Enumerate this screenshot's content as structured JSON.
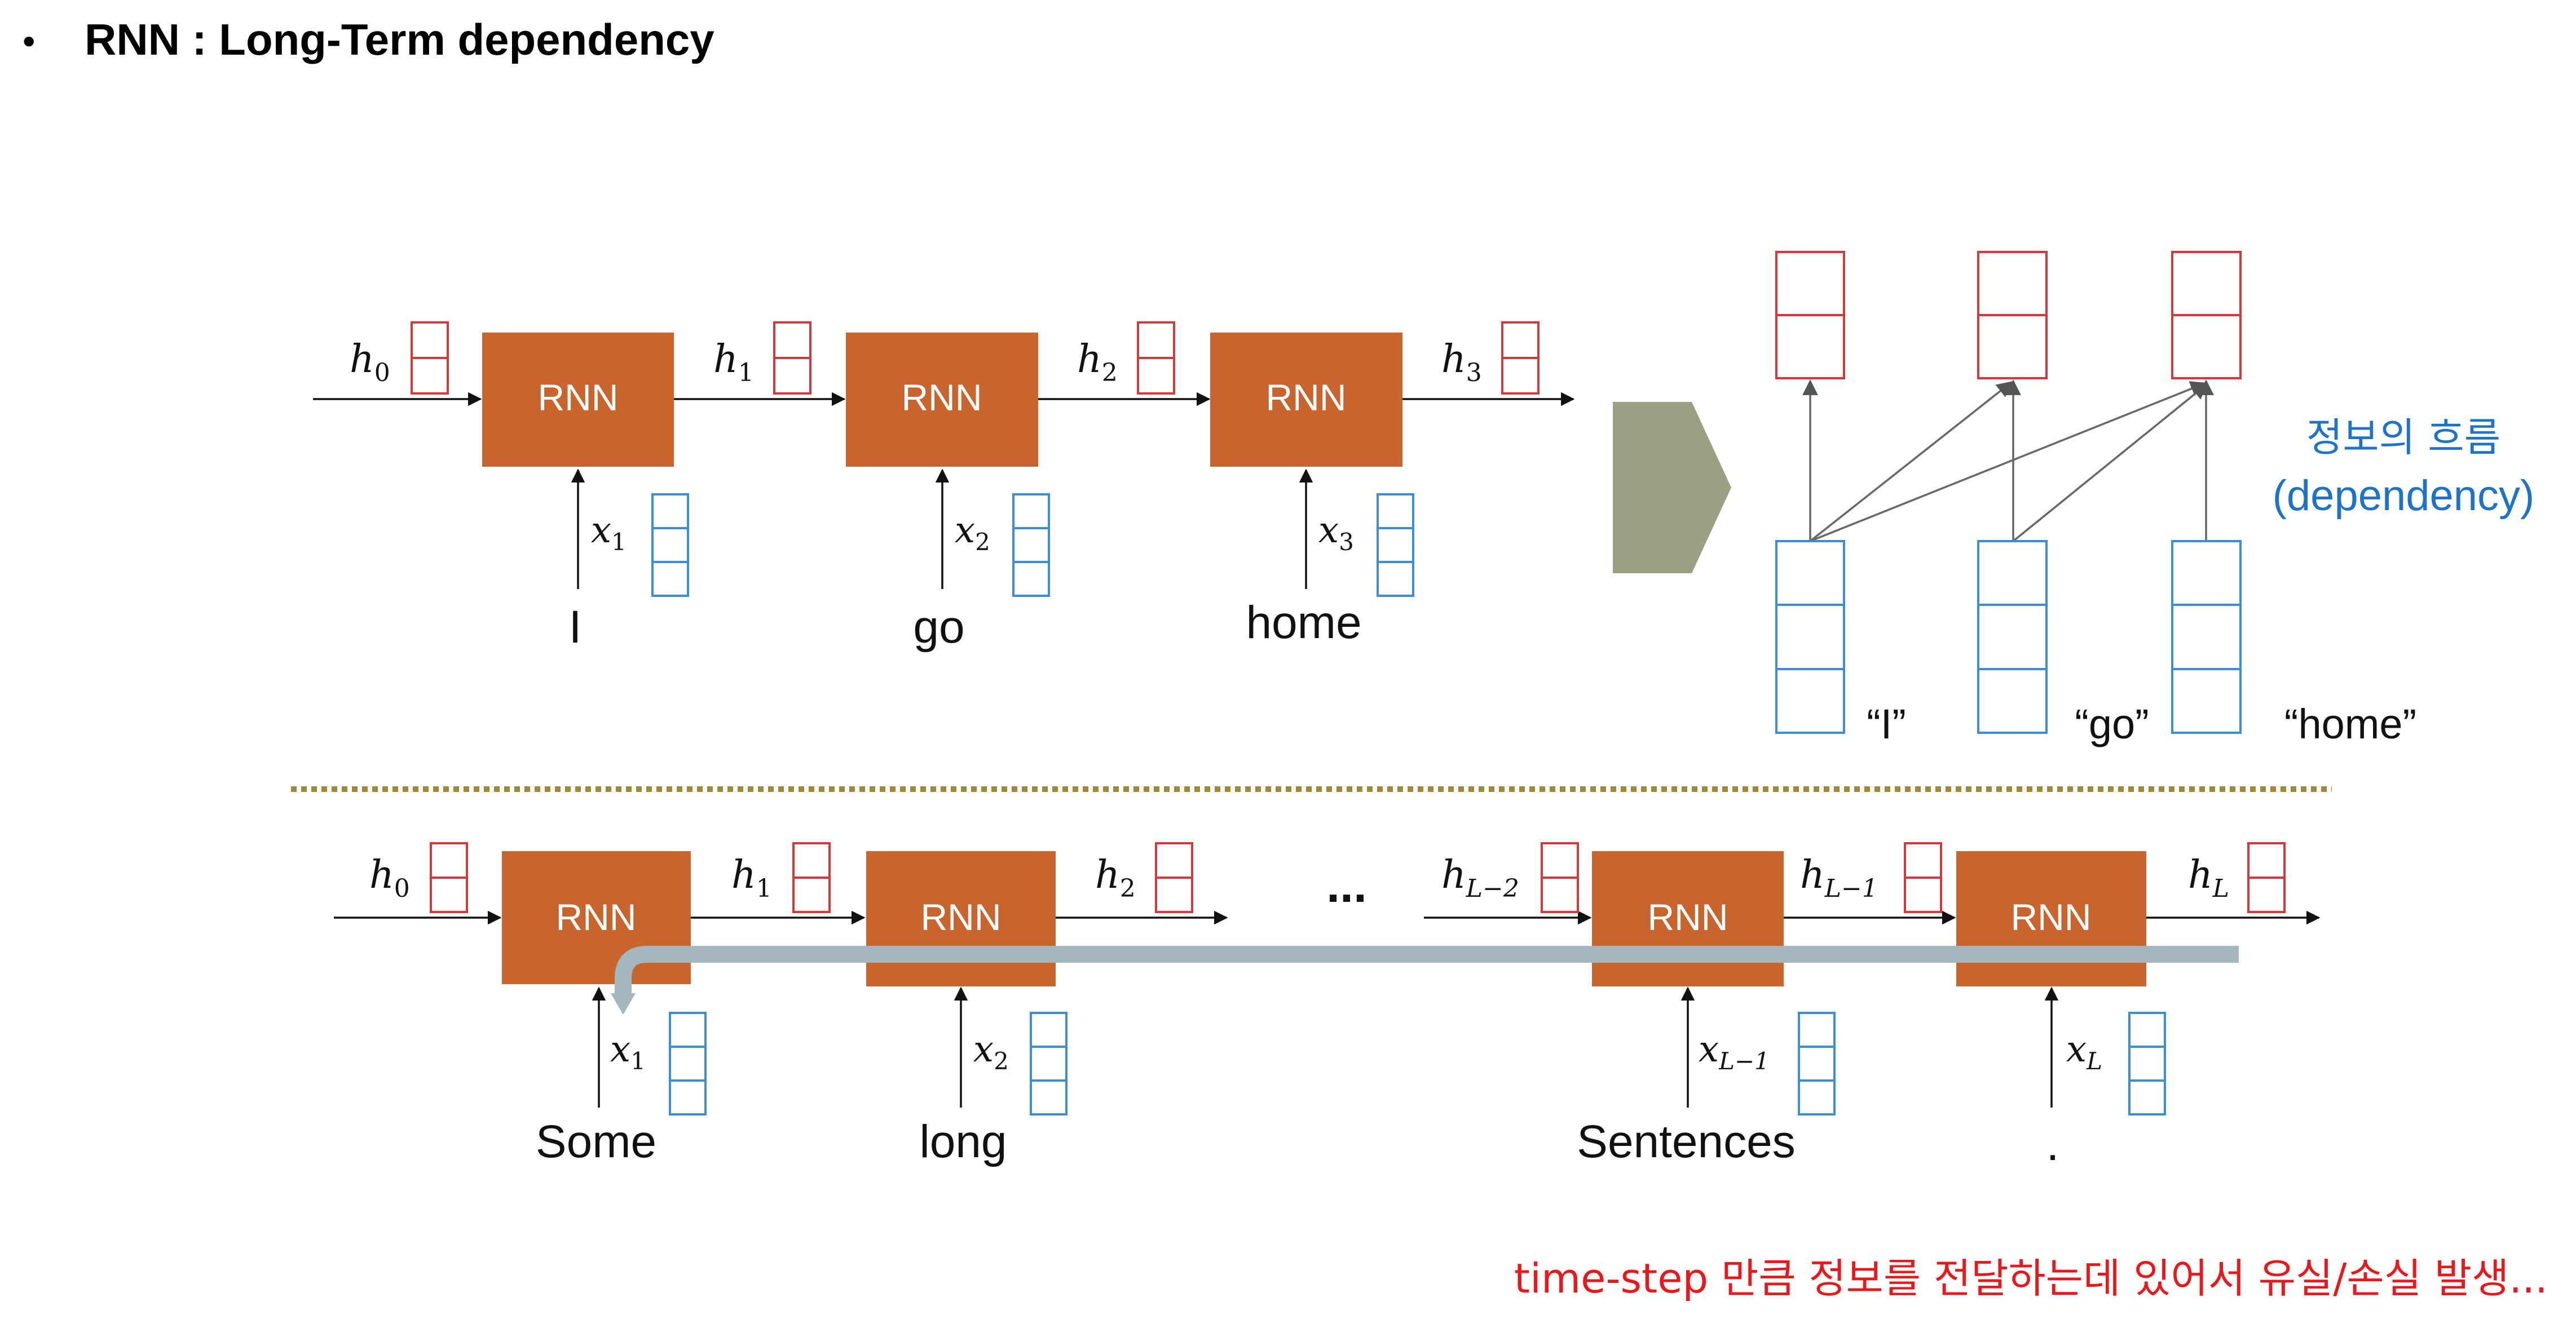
{
  "title": {
    "bullet": "•",
    "text": "RNN : Long-Term dependency"
  },
  "colors": {
    "rnn_box": "#C8652F",
    "hidden_vec": "#D03A3A",
    "input_vec": "#3C8DD4",
    "dependency_label": "#1E72C8",
    "footer_text": "#E8191C",
    "arrow_shape": "#9BA083",
    "divider": "#A0883A",
    "long_arrow": "#A4B6BE"
  },
  "top": {
    "rnn_label": "RNN",
    "hidden": [
      {
        "h": "h",
        "sub": "0"
      },
      {
        "h": "h",
        "sub": "1"
      },
      {
        "h": "h",
        "sub": "2"
      },
      {
        "h": "h",
        "sub": "3"
      }
    ],
    "inputs": [
      {
        "x": "x",
        "sub": "1",
        "word": "I"
      },
      {
        "x": "x",
        "sub": "2",
        "word": "go"
      },
      {
        "x": "x",
        "sub": "3",
        "word": "home"
      }
    ]
  },
  "dependency": {
    "label_line1": "정보의 흐름",
    "label_line2": "(dependency)",
    "words": [
      "“I”",
      "“go”",
      "“home”"
    ]
  },
  "bottom": {
    "rnn_label": "RNN",
    "ellipsis": "...",
    "hidden": [
      {
        "h": "h",
        "sub": "0"
      },
      {
        "h": "h",
        "sub": "1"
      },
      {
        "h": "h",
        "sub": "2"
      },
      {
        "h": "h",
        "sub": "L−2"
      },
      {
        "h": "h",
        "sub": "L−1"
      },
      {
        "h": "h",
        "sub": "L"
      }
    ],
    "inputs": [
      {
        "x": "x",
        "sub": "1",
        "word": "Some"
      },
      {
        "x": "x",
        "sub": "2",
        "word": "long"
      },
      {
        "x": "x",
        "sub": "L−1",
        "word": "Sentences"
      },
      {
        "x": "x",
        "sub": "L",
        "word": "."
      }
    ]
  },
  "footer": "time-step 만큼 정보를 전달하는데 있어서 유실/손실 발생..."
}
